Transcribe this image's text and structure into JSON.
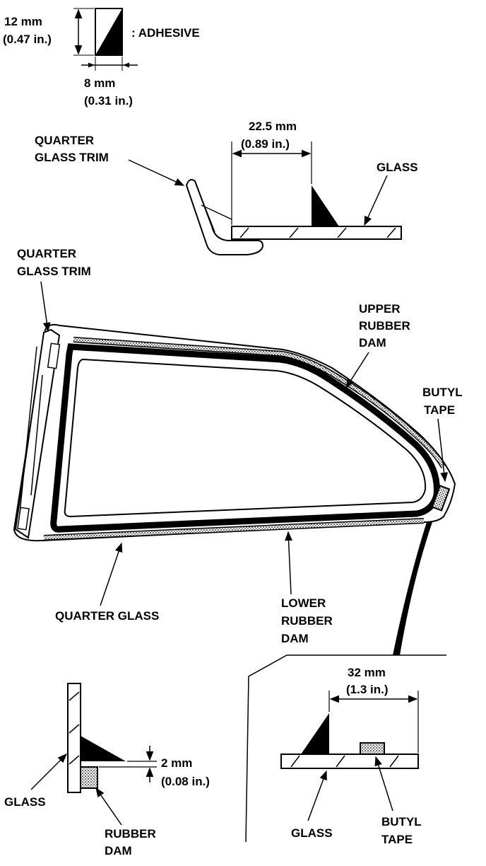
{
  "legend": {
    "height_mm": "12 mm",
    "height_in": "(0.47 in.)",
    "width_mm": "8 mm",
    "width_in": "(0.31 in.)",
    "adhesive": ": ADHESIVE"
  },
  "detail_top": {
    "trim_line1": "QUARTER",
    "trim_line2": "GLASS TRIM",
    "dim_mm": "22.5 mm",
    "dim_in": "(0.89 in.)",
    "glass": "GLASS"
  },
  "main": {
    "trim_line1": "QUARTER",
    "trim_line2": "GLASS TRIM",
    "upper_line1": "UPPER",
    "upper_line2": "RUBBER",
    "upper_line3": "DAM",
    "butyl_line1": "BUTYL",
    "butyl_line2": "TAPE",
    "quarter_glass": "QUARTER GLASS",
    "lower_line1": "LOWER",
    "lower_line2": "RUBBER",
    "lower_line3": "DAM"
  },
  "detail_bottom_left": {
    "dim_mm": "2 mm",
    "dim_in": "(0.08 in.)",
    "glass": "GLASS",
    "dam_line1": "RUBBER",
    "dam_line2": "DAM"
  },
  "detail_bottom_right": {
    "dim_mm": "32 mm",
    "dim_in": "(1.3 in.)",
    "glass": "GLASS",
    "butyl_line1": "BUTYL",
    "butyl_line2": "TAPE"
  }
}
